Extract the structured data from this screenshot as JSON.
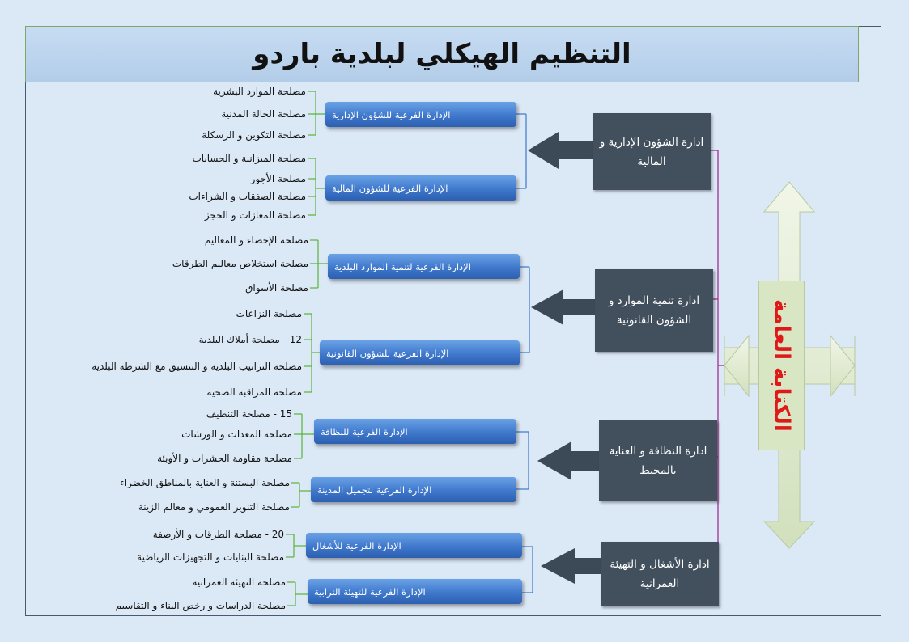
{
  "title": "التنظيم الهيكلي لبلدية باردو",
  "general": "الكتابة العامة",
  "departments": [
    {
      "label": "ادارة الشؤون الإدارية و المالية"
    },
    {
      "label": "ادارة تنمية الموارد و الشؤون القانونية"
    },
    {
      "label": "ادارة النظافة و العناية بالمحيط"
    },
    {
      "label": "ادارة الأشغال و التهيئة العمرانية"
    }
  ],
  "subdepartments": [
    {
      "label": "الإدارة الفرعية للشؤون الإدارية"
    },
    {
      "label": "الإدارة الفرعية للشؤون المالية"
    },
    {
      "label": "الإدارة الفرعية لتنمية الموارد البلدية"
    },
    {
      "label": "الإدارة الفرعية للشؤون القانونية"
    },
    {
      "label": "الإدارة الفرعية للنظافة"
    },
    {
      "label": "الإدارة الفرعية لتجميل المدينة"
    },
    {
      "label": "الإدارة الفرعية للأشغال"
    },
    {
      "label": "الإدارة الفرعية للتهيئة الترابية"
    }
  ],
  "services": [
    "مصلحة الموارد البشرية",
    "مصلحة الحالة المدنية",
    "مصلحة التكوين و الرسكلة",
    "مصلحة الميزانية و الحسابات",
    "مصلحة الأجور",
    "مصلحة الصفقات و الشراءات",
    "مصلحة المغازات و الحجز",
    "مصلحة الإحصاء و المعاليم",
    "مصلحة استخلاص معاليم الطرقات",
    "مصلحة الأسواق",
    "مصلحة النزاعات",
    "12 - مصلحة أملاك البلدية",
    "مصلحة التراتيب البلدية و التنسيق مع الشرطة البلدية",
    "مصلحة المراقبة الصحية",
    "15 - مصلحة التنظيف",
    "مصلحة المعدات و الورشات",
    "مصلحة مقاومة الحشرات و الأوبئة",
    "مصلحة البستنة و العناية بالمناطق الخضراء",
    "مصلحة التنوير العمومي و معالم الزينة",
    "20 - مصلحة الطرقات و الأرصفة",
    "مصلحة البنايات و التجهيزات الرياضية",
    "مصلحة التهيئة العمرانية",
    "مصلحة الدراسات و رخص البناء و التقاسيم"
  ],
  "colors": {
    "department_box": "#42505e",
    "subdepartment_blue": "#3f78cc",
    "general_box": "#d8e6c4",
    "general_text": "#e01818",
    "connector_magenta": "#a0208a",
    "connector_green": "#59b33a",
    "connector_blue": "#3f78cc",
    "background": "#dbe8f6"
  }
}
